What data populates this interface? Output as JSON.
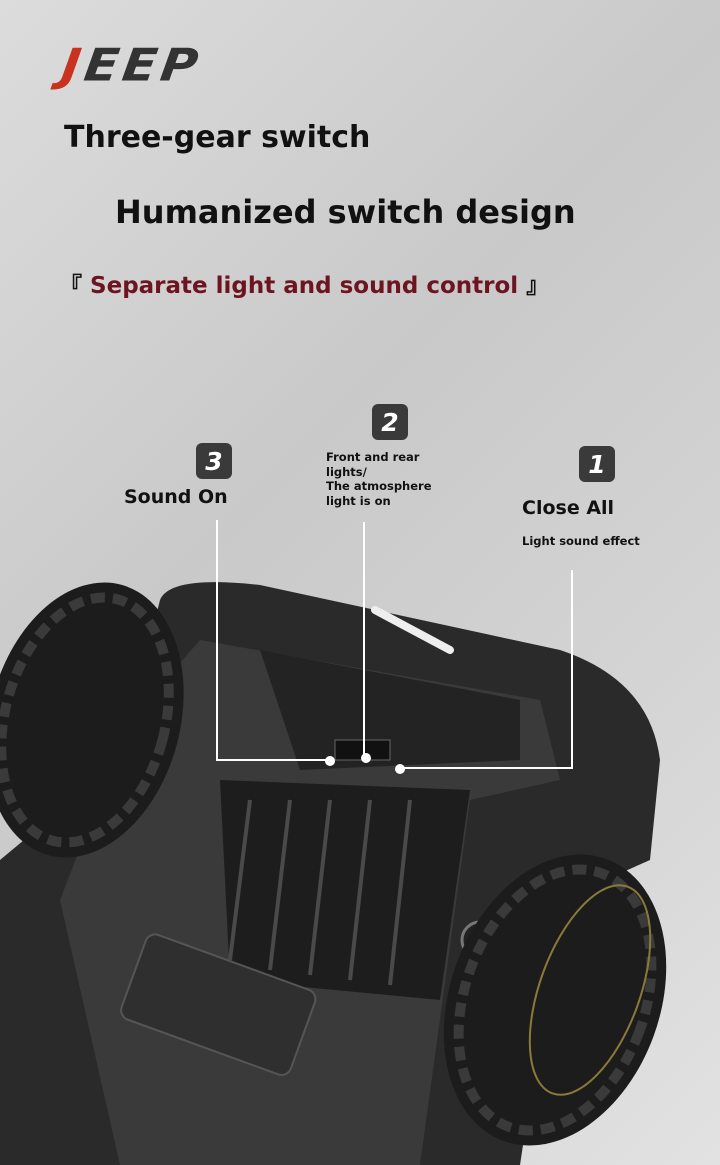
{
  "brand": {
    "logo_text": "JEEP",
    "logo_first_letter": "J",
    "logo_rest": "EEP",
    "accent_color": "#c8321e"
  },
  "headline": "Three-gear switch",
  "subheadline": "Humanized switch design",
  "tagline": {
    "open_bracket": "『",
    "text": "Separate light and sound control",
    "close_bracket": "』",
    "color": "#6d1420"
  },
  "modes": [
    {
      "number": "3",
      "title": "Sound On"
    },
    {
      "number": "2",
      "lines": [
        "Front and rear",
        "lights/",
        "The atmosphere",
        "light is on"
      ]
    },
    {
      "number": "1",
      "title": "Close All",
      "subtitle": "Light sound effect"
    }
  ]
}
